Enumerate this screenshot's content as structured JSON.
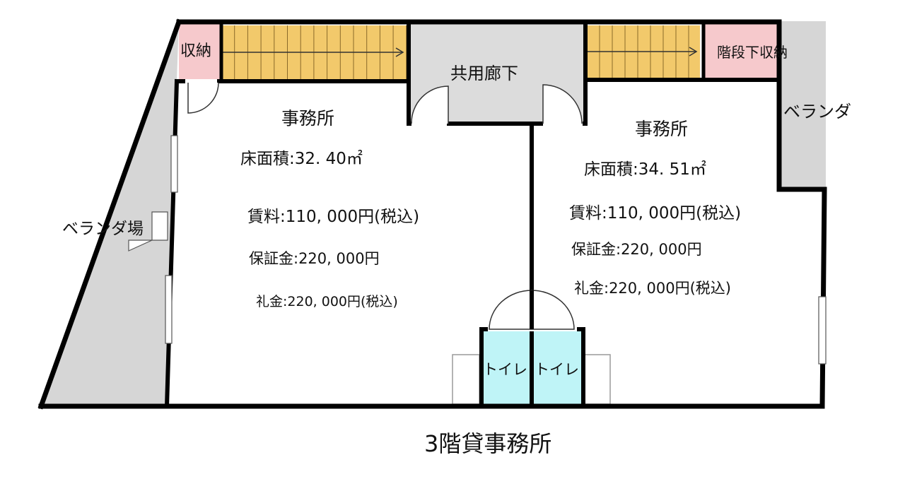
{
  "plan_title": "3階貸事務所",
  "rooms": [
    {
      "name": "事務所",
      "floor_area": "床面積:32. 40㎡",
      "rent": "賃料:110, 000円(税込)",
      "deposit": "保証金:220, 000円",
      "key_money": "礼金:220, 000円(税込)"
    },
    {
      "name": "事務所",
      "floor_area": "床面積:34. 51㎡",
      "rent": "賃料:110, 000円(税込)",
      "deposit": "保証金:220, 000円",
      "key_money": "礼金:220, 000円(税込)"
    }
  ],
  "spaces": {
    "storage": "収納",
    "corridor": "共用廊下",
    "under_stair_storage": "階段下収納",
    "veranda": "ベランダ",
    "veranda_place": "ベランダ場",
    "toilet_1": "トイレ",
    "toilet_2": "トイレ"
  },
  "colors": {
    "wall": "#000000",
    "stairs": "#F2C96B",
    "corridor": "#DCDCDC",
    "storage": "#F6C9CC",
    "veranda": "#D6D6D6",
    "toilet": "#BFF4F7",
    "fixture_gray": "#9A9A9A"
  }
}
